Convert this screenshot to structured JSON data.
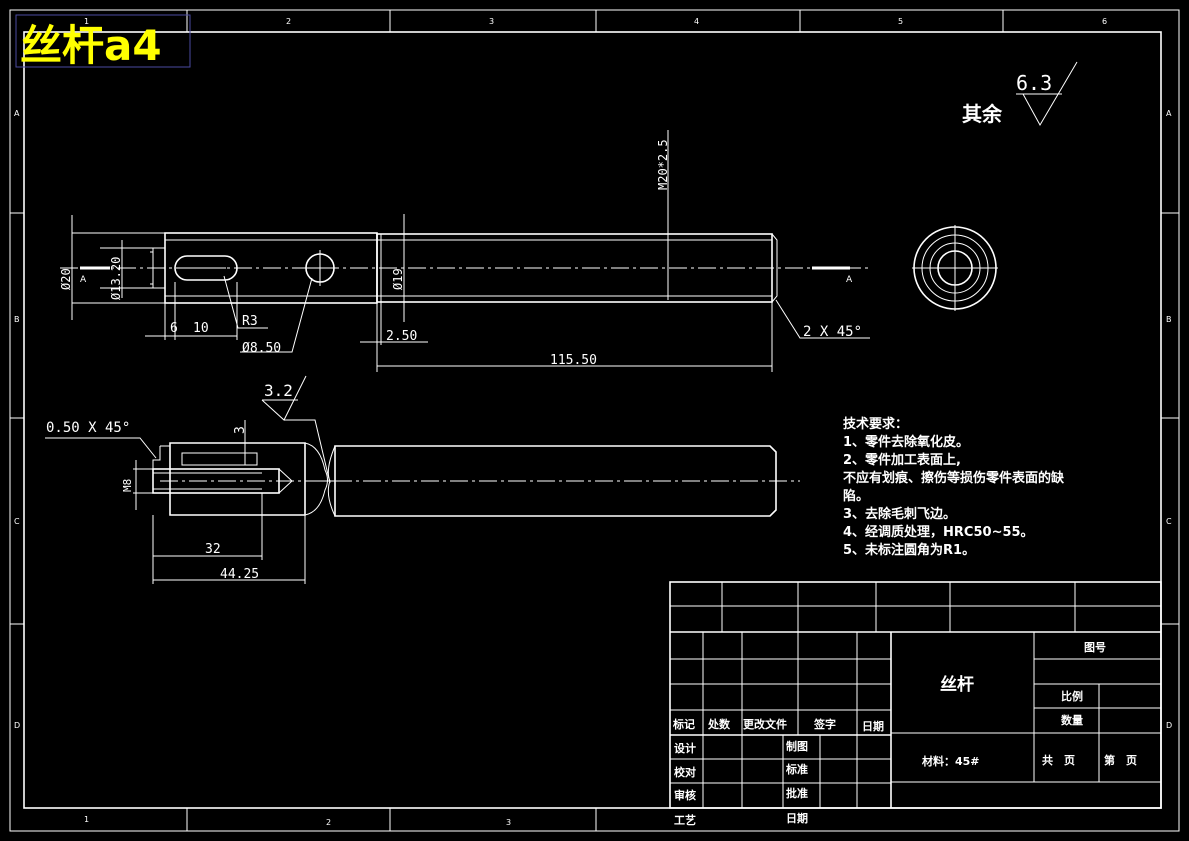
{
  "header": {
    "title": "丝杆a4"
  },
  "zones": {
    "top": [
      "1",
      "2",
      "3",
      "4",
      "5",
      "6"
    ],
    "bottom": [
      "1",
      "2",
      "3"
    ],
    "side": [
      "A",
      "B",
      "C",
      "D"
    ]
  },
  "roughness_default": {
    "label": "其余",
    "value": "6.3"
  },
  "roughness_local": {
    "value": "3.2"
  },
  "dims": {
    "d20": "Ø20",
    "d13": "Ø13.20",
    "d19": "Ø19",
    "m20": "M20*2.5",
    "w6": "6",
    "w10": "10",
    "r3": "R3",
    "d8": "Ø8.50",
    "l250": "2.50",
    "l11550": "115.50",
    "chamfer": "2 X 45°",
    "chamfer_small": "0.50 X 45°",
    "h3": "3",
    "m8": "M8",
    "l32": "32",
    "l4425": "44.25",
    "sectionA": "A"
  },
  "notes": {
    "title": "技术要求：",
    "items": [
      "1、零件去除氧化皮。",
      "2、零件加工表面上,",
      "不应有划痕、擦伤等损伤零件表面的缺",
      "陷。",
      "3、去除毛刺飞边。",
      "4、经调质处理，HRC50~55。",
      "5、未标注圆角为R1。"
    ]
  },
  "titleblock": {
    "part_name": "丝杆",
    "drawing_no_label": "图号",
    "scale_label": "比例",
    "quantity_label": "数量",
    "material": "材料：45#",
    "sheets_total": "共　页",
    "sheet_no": "第　页",
    "rev_cols": [
      "标记",
      "处数",
      "更改文件",
      "签字",
      "日期"
    ],
    "roles_left": [
      "设计",
      "校对",
      "审核",
      "工艺"
    ],
    "roles_right": [
      "制图",
      "标准",
      "批准",
      "日期"
    ]
  }
}
